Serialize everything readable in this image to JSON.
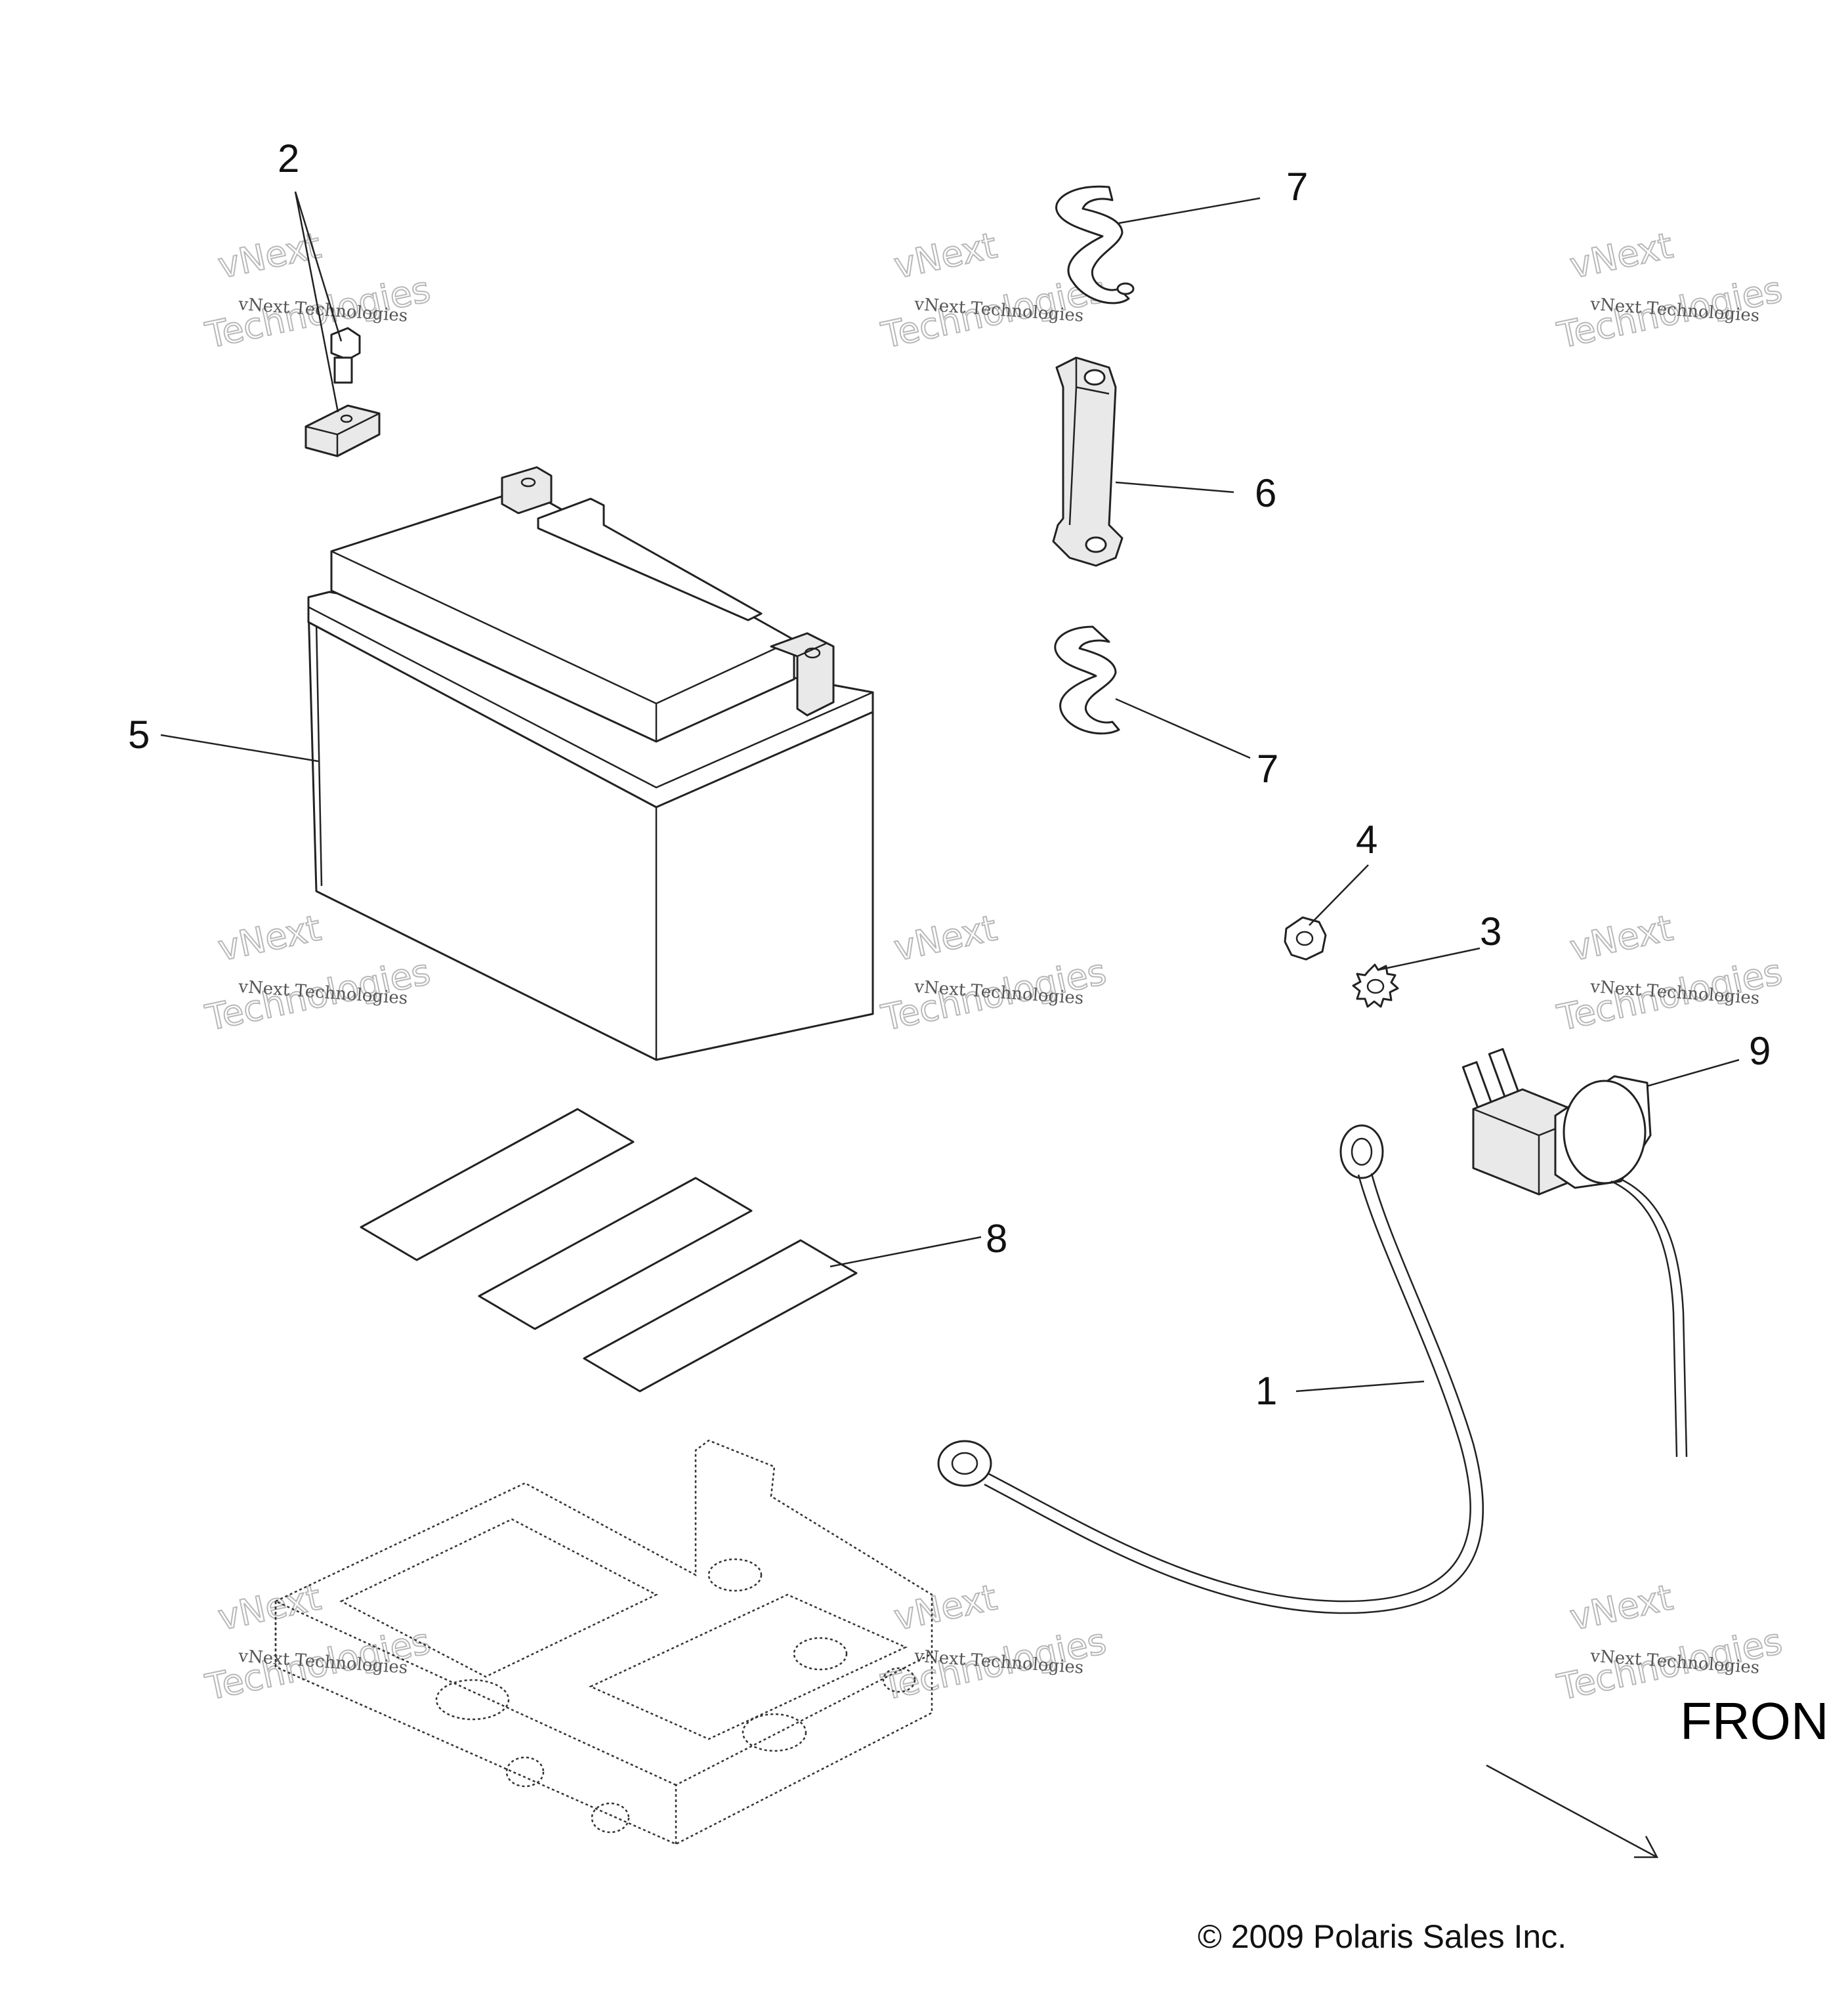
{
  "callouts": {
    "c1": "1",
    "c2": "2",
    "c3": "3",
    "c4": "4",
    "c5": "5",
    "c6": "6",
    "c7a": "7",
    "c7b": "7",
    "c8": "8",
    "c9": "9"
  },
  "watermark": {
    "line1": "vNext Technologies",
    "line2": "vNext",
    "line3": "Technologies"
  },
  "direction_label": "FRON",
  "copyright": "© 2009 Polaris Sales Inc."
}
